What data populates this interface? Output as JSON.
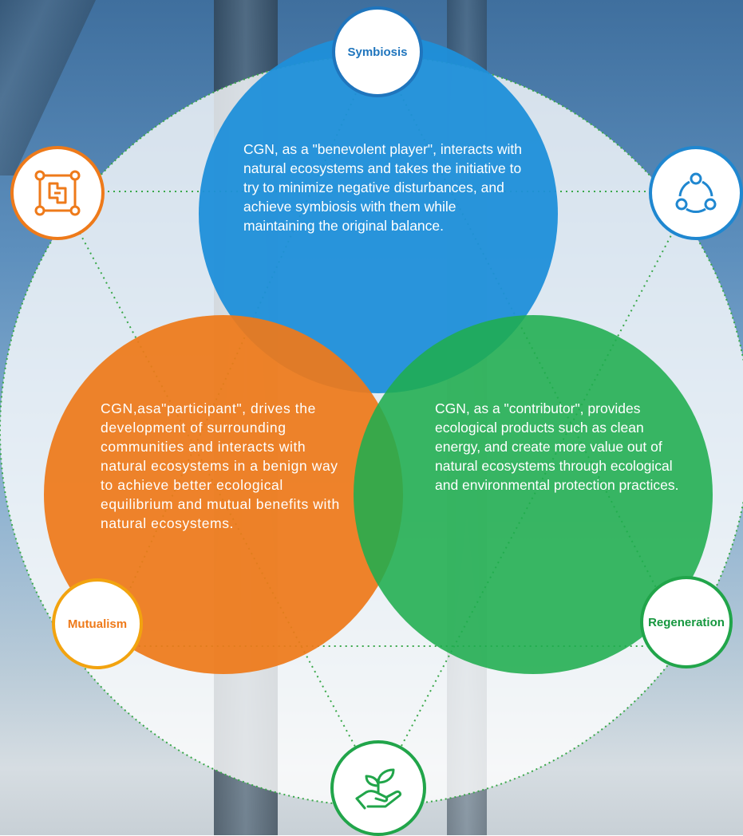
{
  "labels": {
    "symbiosis": "Symbiosis",
    "mutualism": "Mutualism",
    "regeneration": "Regeneration"
  },
  "descriptions": {
    "symbiosis": "CGN, as a \"benevolent player\", interacts with natural ecosystems and takes the initiative to try to minimize negative disturbances, and achieve symbiosis with them while maintaining the original balance.",
    "mutualism": "CGN,asa\"participant\", drives the development of surrounding communities and interacts with natural ecosystems in a benign way to achieve better ecological equilibrium and mutual benefits with natural ecosystems.",
    "regeneration": "CGN, as a \"contributor\", provides ecological products such as clean energy, and create more value out of natural ecosystems through ecological and environmental protection practices."
  },
  "icons": {
    "orange": "puzzle-frame-icon",
    "blue": "cycle-nodes-icon",
    "green": "hand-sprout-icon"
  },
  "colors": {
    "blue": "#1f8fd9",
    "orange": "#ee7a1a",
    "green": "#1fad4f",
    "dotted_line": "#3aa84a"
  }
}
